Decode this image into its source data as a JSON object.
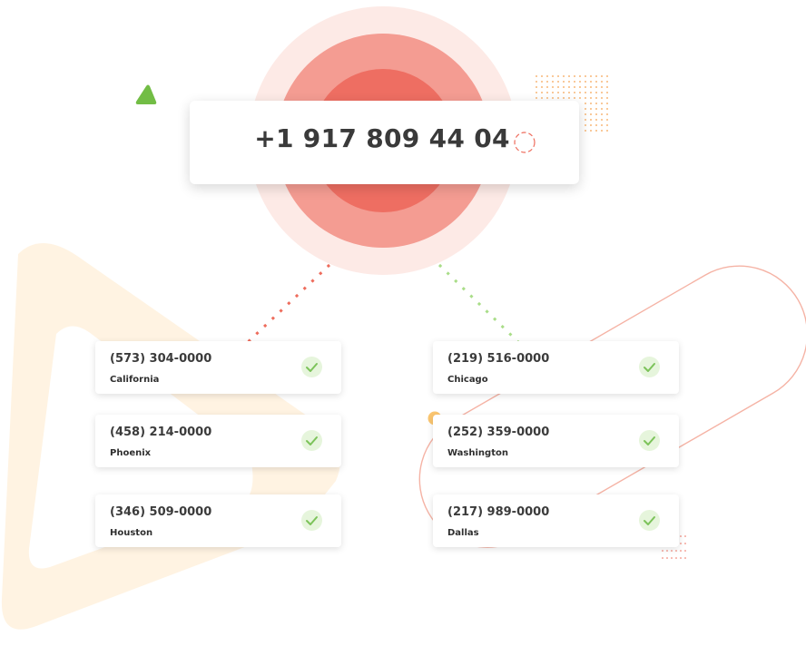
{
  "main_number": "+1 917 809 44 04",
  "colors": {
    "accent": "#ee6c5c",
    "check_green": "#7cc35a",
    "dot_orange": "#f4a352",
    "blob_beige": "#fff3e2",
    "triangle_green": "#72bd45"
  },
  "icons": {
    "check": "check-icon",
    "loader": "loading-spinner-icon",
    "triangle": "triangle-icon"
  },
  "numbers": [
    {
      "phone": "(573) 304-0000",
      "city": "California",
      "verified": true
    },
    {
      "phone": "(458) 214-0000",
      "city": "Phoenix",
      "verified": true
    },
    {
      "phone": "(346) 509-0000",
      "city": "Houston",
      "verified": true
    },
    {
      "phone": "(219) 516-0000",
      "city": "Chicago",
      "verified": true
    },
    {
      "phone": "(252) 359-0000",
      "city": "Washington",
      "verified": true
    },
    {
      "phone": "(217) 989-0000",
      "city": "Dallas",
      "verified": true
    }
  ]
}
